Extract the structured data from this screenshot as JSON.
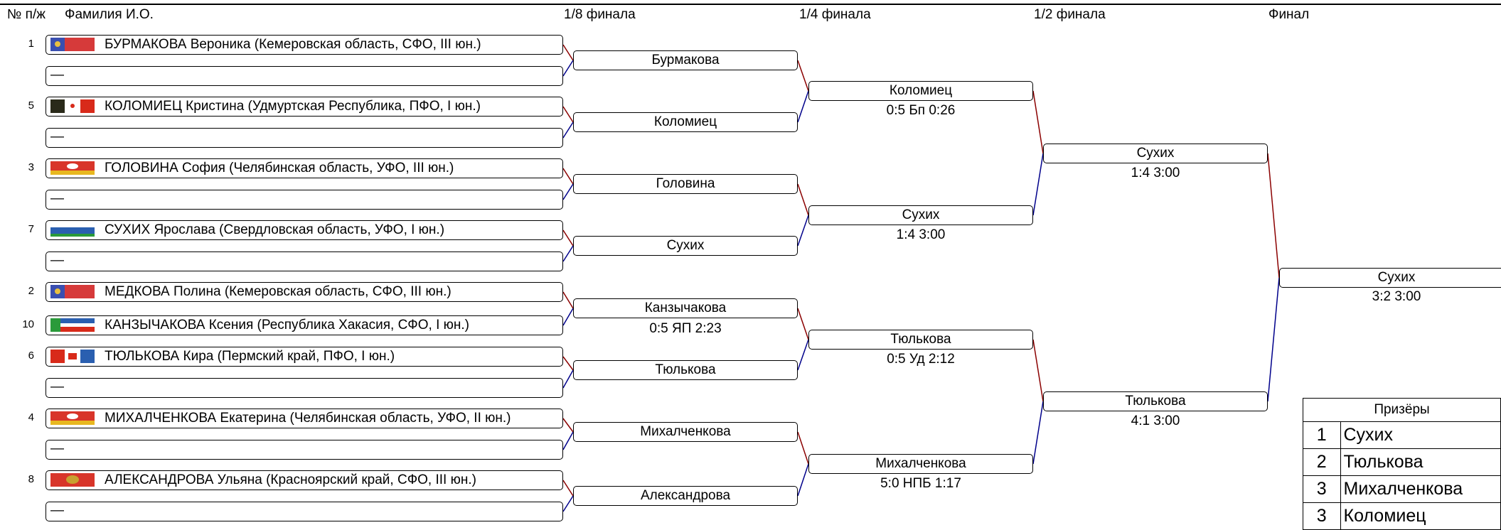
{
  "headers": {
    "num": "№ п/ж",
    "name": "Фамилия И.О.",
    "r16": "1/8 финала",
    "qf": "1/4 финала",
    "sf": "1/2 финала",
    "final": "Финал"
  },
  "participants": [
    {
      "num": "1",
      "text": "БУРМАКОВА Вероника (Кемеровская область, СФО, III юн.)",
      "flag": "kemerovo"
    },
    {
      "num": "",
      "text": "—",
      "flag": ""
    },
    {
      "num": "5",
      "text": "КОЛОМИЕЦ Кристина (Удмуртская Республика, ПФО, I юн.)",
      "flag": "udmurtia"
    },
    {
      "num": "",
      "text": "—",
      "flag": ""
    },
    {
      "num": "3",
      "text": "ГОЛОВИНА София (Челябинская область, УФО, III юн.)",
      "flag": "chelyabinsk"
    },
    {
      "num": "",
      "text": "—",
      "flag": ""
    },
    {
      "num": "7",
      "text": "СУХИХ Ярослава (Свердловская область, УФО, I юн.)",
      "flag": "sverdlovsk"
    },
    {
      "num": "",
      "text": "—",
      "flag": ""
    },
    {
      "num": "2",
      "text": "МЕДКОВА Полина (Кемеровская область, СФО, III юн.)",
      "flag": "kemerovo"
    },
    {
      "num": "10",
      "text": "КАНЗЫЧАКОВА Ксения (Республика Хакасия, СФО, I юн.)",
      "flag": "khakassia"
    },
    {
      "num": "6",
      "text": "ТЮЛЬКОВА Кира (Пермский край, ПФО, I юн.)",
      "flag": "perm"
    },
    {
      "num": "",
      "text": "—",
      "flag": ""
    },
    {
      "num": "4",
      "text": "МИХАЛЧЕНКОВА Екатерина (Челябинская область, УФО, II юн.)",
      "flag": "chelyabinsk"
    },
    {
      "num": "",
      "text": "—",
      "flag": ""
    },
    {
      "num": "8",
      "text": "АЛЕКСАНДРОВА Ульяна (Красноярский край, СФО, III юн.)",
      "flag": "krasnoyarsk"
    },
    {
      "num": "",
      "text": "—",
      "flag": ""
    }
  ],
  "round16": [
    {
      "name": "Бурмакова",
      "score": ""
    },
    {
      "name": "Коломиец",
      "score": ""
    },
    {
      "name": "Головина",
      "score": ""
    },
    {
      "name": "Сухих",
      "score": ""
    },
    {
      "name": "Канзычакова",
      "score": "0:5 ЯП  2:23"
    },
    {
      "name": "Тюлькова",
      "score": ""
    },
    {
      "name": "Михалченкова",
      "score": ""
    },
    {
      "name": "Александрова",
      "score": ""
    }
  ],
  "quarter": [
    {
      "name": "Коломиец",
      "score": "0:5 Бп  0:26"
    },
    {
      "name": "Сухих",
      "score": "1:4  3:00"
    },
    {
      "name": "Тюлькова",
      "score": "0:5 Уд  2:12"
    },
    {
      "name": "Михалченкова",
      "score": "5:0 НПБ  1:17"
    }
  ],
  "semi": [
    {
      "name": "Сухих",
      "score": "1:4  3:00"
    },
    {
      "name": "Тюлькова",
      "score": "4:1  3:00"
    }
  ],
  "final": {
    "name": "Сухих",
    "score": "3:2  3:00"
  },
  "prizes": {
    "title": "Призёры",
    "rows": [
      {
        "place": "1",
        "name": "Сухих"
      },
      {
        "place": "2",
        "name": "Тюлькова"
      },
      {
        "place": "3",
        "name": "Михалченкова"
      },
      {
        "place": "3",
        "name": "Коломиец"
      }
    ]
  },
  "colors": {
    "red": "#8b0000",
    "blue": "#00008b"
  }
}
